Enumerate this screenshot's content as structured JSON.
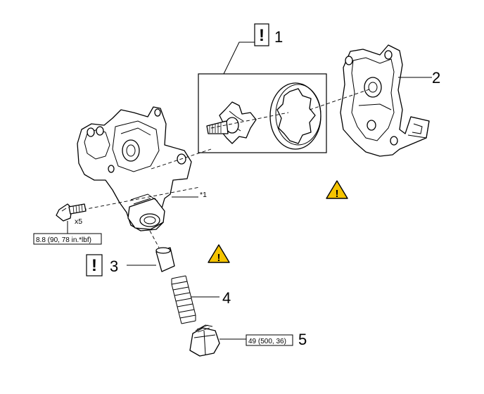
{
  "callouts": {
    "c1": "1",
    "c2": "2",
    "c3": "3",
    "c4": "4",
    "c5": "5"
  },
  "notices": {
    "important_mark": "!",
    "caution_mark": "!"
  },
  "labels": {
    "star1": "*1",
    "qty_bolts": "x5"
  },
  "torque_specs": {
    "bolt": "8.8 (90, 78 in.*lbf)",
    "plug": "49 (500, 36)"
  },
  "icons": {
    "important": "exclamation-box-icon",
    "caution": "warning-triangle-icon"
  },
  "colors": {
    "caution_fill": "#f5c400",
    "line": "#000000"
  }
}
